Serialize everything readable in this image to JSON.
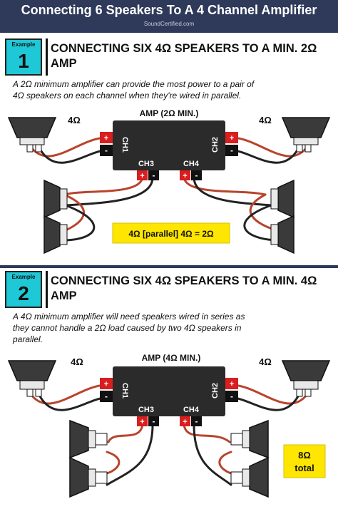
{
  "header": {
    "title": "Connecting 6 Speakers To A 4 Channel Amplifier",
    "watermark": "SoundCertified.com"
  },
  "example1": {
    "badge_label": "Example",
    "badge_number": "1",
    "title_line1": "CONNECTING SIX 4Ω SPEAKERS TO A MIN. 2Ω",
    "title_line2": "AMP",
    "desc_line1": "A 2Ω minimum amplifier can provide the most power to a pair of",
    "desc_line2": "4Ω speakers on each channel when they're wired in parallel.",
    "amp_label": "AMP (2Ω MIN.)",
    "speaker_left_label": "4Ω",
    "speaker_right_label": "4Ω",
    "ch1": "CH1",
    "ch2": "CH2",
    "ch3": "CH3",
    "ch4": "CH4",
    "plus": "+",
    "minus": "-",
    "note": "4Ω [parallel] 4Ω = 2Ω"
  },
  "example2": {
    "badge_label": "Example",
    "badge_number": "2",
    "title_line1": "CONNECTING SIX 4Ω SPEAKERS TO A MIN. 4Ω",
    "title_line2": "AMP",
    "desc_line1": "A 4Ω minimum amplifier will need speakers wired in series as",
    "desc_line2": "they cannot handle a 2Ω load caused by two 4Ω speakers in",
    "desc_line3": "parallel.",
    "amp_label": "AMP (4Ω MIN.)",
    "speaker_left_label": "4Ω",
    "speaker_right_label": "4Ω",
    "ch1": "CH1",
    "ch2": "CH2",
    "ch3": "CH3",
    "ch4": "CH4",
    "plus": "+",
    "minus": "-",
    "note_line1": "8Ω",
    "note_line2": "total"
  },
  "colors": {
    "header_bg": "#2f3a5a",
    "badge": "#1ec8d6",
    "amp_body": "#2b2b2b",
    "terminal_red": "#d81e1e",
    "wire_red": "#b8442c",
    "note_yellow": "#ffe600"
  }
}
